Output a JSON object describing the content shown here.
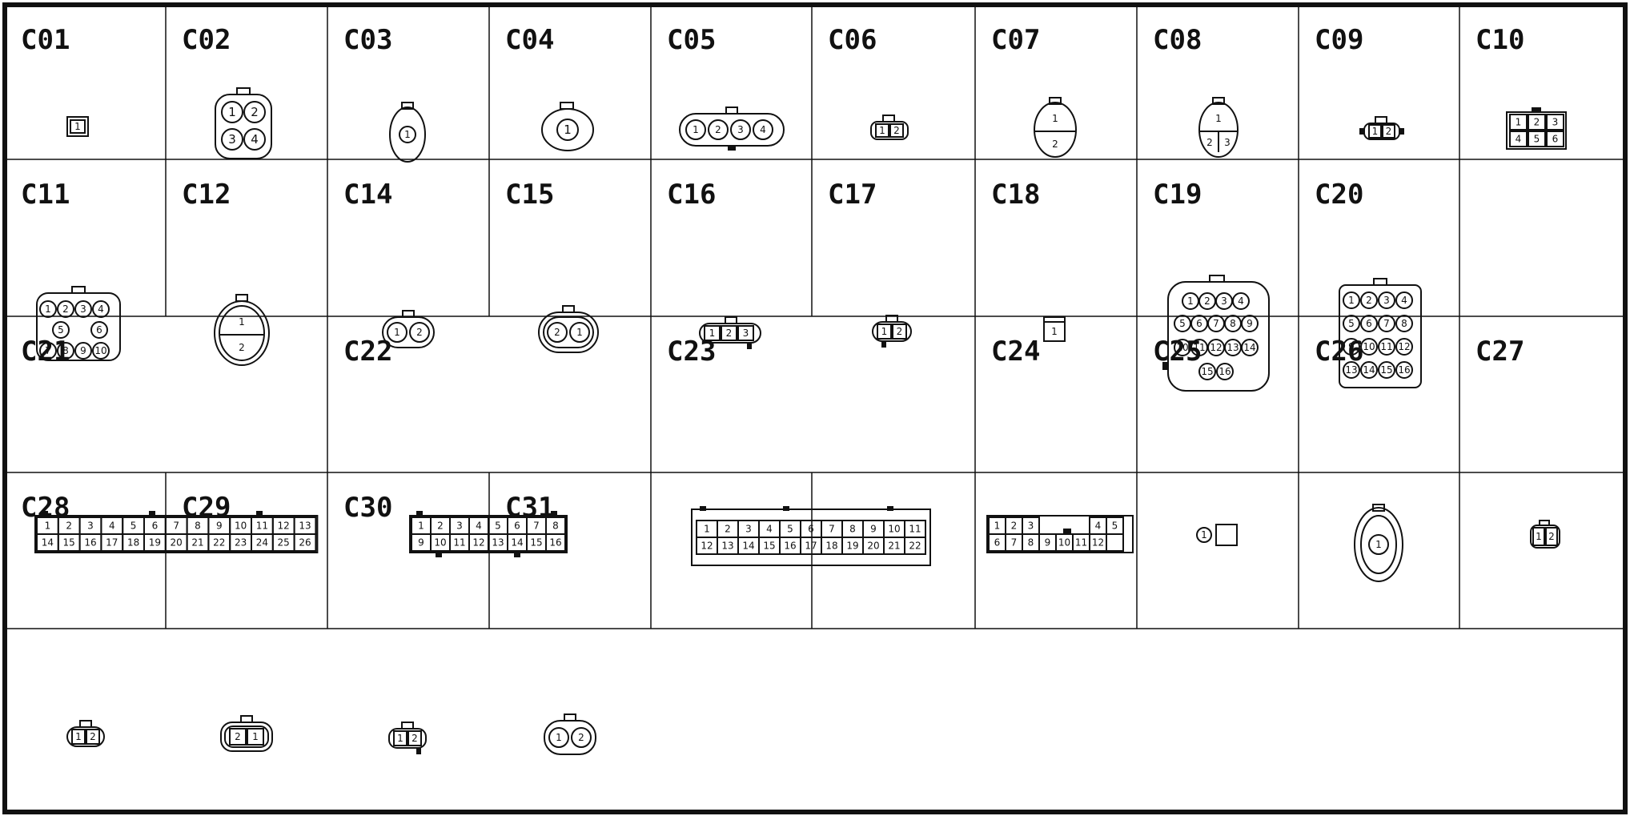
{
  "cells": [
    {
      "id": "c01",
      "label": "C01",
      "pins": [
        "1"
      ]
    },
    {
      "id": "c02",
      "label": "C02",
      "pins": [
        "1",
        "2",
        "3",
        "4"
      ]
    },
    {
      "id": "c03",
      "label": "C03",
      "pins": [
        "1"
      ]
    },
    {
      "id": "c04",
      "label": "C04",
      "pins": [
        "1"
      ]
    },
    {
      "id": "c05",
      "label": "C05",
      "pins": [
        "1",
        "2",
        "3",
        "4"
      ]
    },
    {
      "id": "c06",
      "label": "C06",
      "pins": [
        "1",
        "2"
      ]
    },
    {
      "id": "c07",
      "label": "C07",
      "pins": [
        "1",
        "2"
      ]
    },
    {
      "id": "c08",
      "label": "C08",
      "pins": [
        "1",
        "2",
        "3"
      ]
    },
    {
      "id": "c09",
      "label": "C09",
      "pins": [
        "1",
        "2"
      ]
    },
    {
      "id": "c10",
      "label": "C10",
      "pins": [
        "1",
        "2",
        "3",
        "4",
        "5",
        "6"
      ]
    },
    {
      "id": "c11",
      "label": "C11",
      "pins": [
        "1",
        "2",
        "3",
        "4",
        "5",
        "6",
        "7",
        "8",
        "9",
        "10"
      ]
    },
    {
      "id": "c12",
      "label": "C12",
      "pins": [
        "1",
        "2"
      ]
    },
    {
      "id": "c14",
      "label": "C14",
      "pins": [
        "1",
        "2"
      ]
    },
    {
      "id": "c15",
      "label": "C15",
      "pins": [
        "2",
        "1"
      ]
    },
    {
      "id": "c16",
      "label": "C16",
      "pins": [
        "1",
        "2",
        "3"
      ]
    },
    {
      "id": "c17",
      "label": "C17",
      "pins": [
        "1",
        "2"
      ]
    },
    {
      "id": "c18",
      "label": "C18",
      "pins": [
        "1"
      ]
    },
    {
      "id": "c19",
      "label": "C19",
      "pins": [
        "1",
        "2",
        "3",
        "4",
        "5",
        "6",
        "7",
        "8",
        "9",
        "10",
        "11",
        "12",
        "13",
        "14",
        "15",
        "16"
      ]
    },
    {
      "id": "c20",
      "label": "C20",
      "pins": [
        "1",
        "2",
        "3",
        "4",
        "5",
        "6",
        "7",
        "8",
        "9",
        "10",
        "11",
        "12",
        "13",
        "14",
        "15",
        "16"
      ]
    },
    {
      "id": "c21",
      "label": "C21",
      "pins": [
        "1",
        "2",
        "3",
        "4",
        "5",
        "6",
        "7",
        "8",
        "9",
        "10",
        "11",
        "12",
        "13",
        "14",
        "15",
        "16",
        "17",
        "18",
        "19",
        "20",
        "21",
        "22",
        "23",
        "24",
        "25",
        "26"
      ]
    },
    {
      "id": "c22",
      "label": "C22",
      "pins": [
        "1",
        "2",
        "3",
        "4",
        "5",
        "6",
        "7",
        "8",
        "9",
        "10",
        "11",
        "12",
        "13",
        "14",
        "15",
        "16"
      ]
    },
    {
      "id": "c23",
      "label": "C23",
      "pins": [
        "1",
        "2",
        "3",
        "4",
        "5",
        "6",
        "7",
        "8",
        "9",
        "10",
        "11",
        "12",
        "13",
        "14",
        "15",
        "16",
        "17",
        "18",
        "19",
        "20",
        "21",
        "22"
      ]
    },
    {
      "id": "c24",
      "label": "C24",
      "pins": [
        "1",
        "2",
        "3",
        "4",
        "5",
        "6",
        "7",
        "8",
        "9",
        "10",
        "11",
        "12"
      ]
    },
    {
      "id": "c25",
      "label": "C25",
      "pins": [
        "1"
      ]
    },
    {
      "id": "c26",
      "label": "C26",
      "pins": [
        "1"
      ]
    },
    {
      "id": "c27",
      "label": "C27",
      "pins": [
        "1",
        "2"
      ]
    },
    {
      "id": "c28",
      "label": "C28",
      "pins": [
        "1",
        "2"
      ]
    },
    {
      "id": "c29",
      "label": "C29",
      "pins": [
        "2",
        "1"
      ]
    },
    {
      "id": "c30",
      "label": "C30",
      "pins": [
        "1",
        "2"
      ]
    },
    {
      "id": "c31",
      "label": "C31",
      "pins": [
        "1",
        "2"
      ]
    }
  ]
}
